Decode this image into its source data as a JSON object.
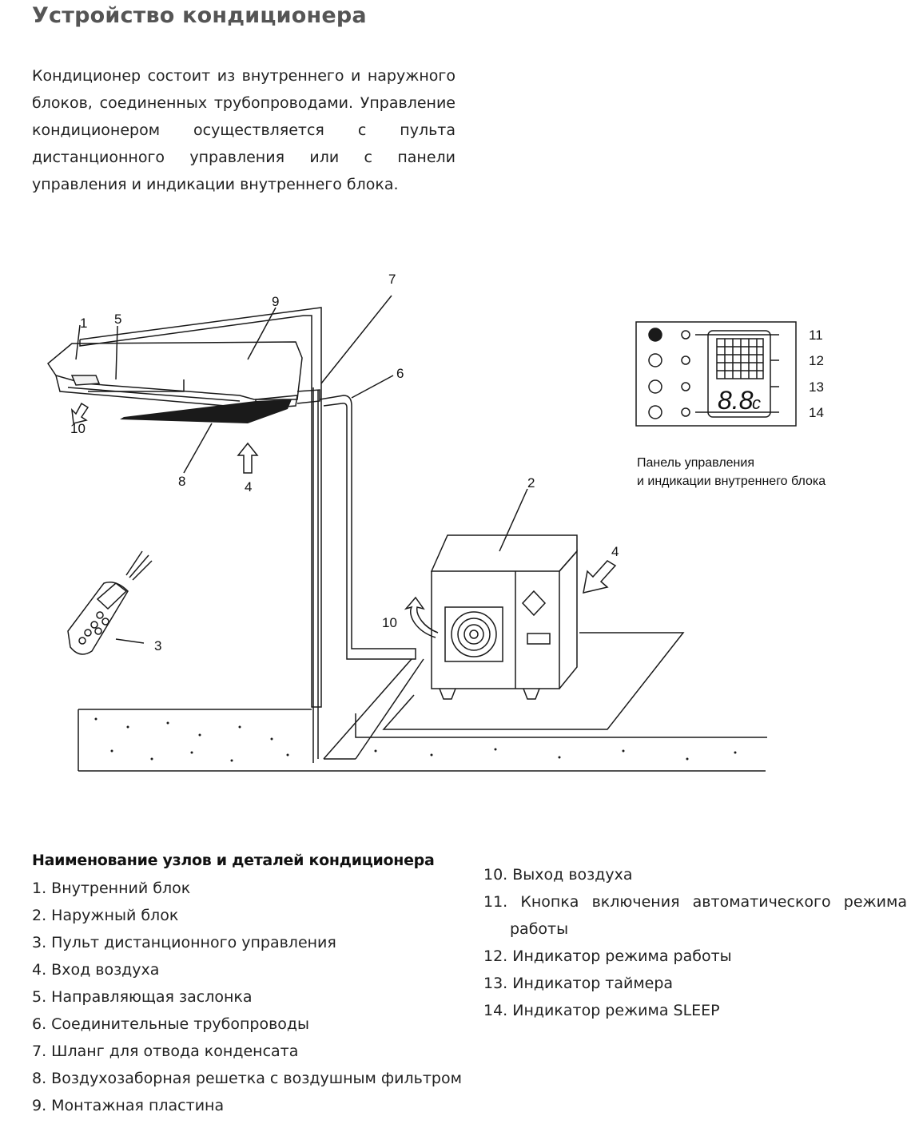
{
  "title": "Устройство кондиционера",
  "intro": "Кондиционер состоит из внутреннего и наружного блоков, соединенных трубопроводами. Управление кондиционером осуществляется с пульта дистанционного управления или с панели управления и индикации внутреннего блока.",
  "diagram": {
    "callouts": [
      "1",
      "5",
      "9",
      "7",
      "6",
      "10",
      "8",
      "4",
      "3",
      "2",
      "4",
      "10"
    ],
    "panel_callouts": [
      "11",
      "12",
      "13",
      "14"
    ],
    "display_readout": "8.8",
    "display_unit": "c",
    "panel_caption_line1": "Панель управления",
    "panel_caption_line2": "и индикации внутреннего блока"
  },
  "legend": {
    "title": "Наименование узлов и деталей кондиционера",
    "left": [
      "1. Внутренний блок",
      "2. Наружный блок",
      "3. Пульт дистанционного управления",
      "4. Вход воздуха",
      "5. Направляющая заслонка",
      "6. Соединительные трубопроводы",
      "7. Шланг для отвода конденсата",
      "8. Воздухозаборная решетка с воздушным фильтром",
      "9. Монтажная пластина"
    ],
    "right": [
      "10. Выход воздуха",
      "11. Кнопка включения автоматического режима работы",
      "12. Индикатор режима работы",
      "13. Индикатор таймера",
      "14. Индикатор режима SLEEP"
    ]
  }
}
